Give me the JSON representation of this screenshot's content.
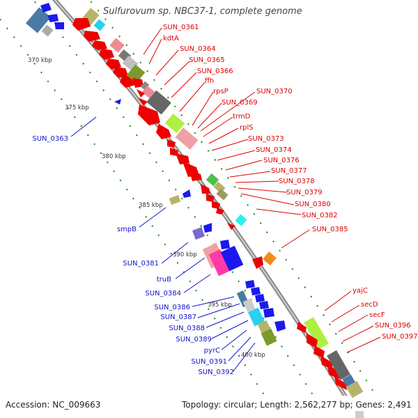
{
  "title": "Sulfurovum sp. NBC37-1, complete genome",
  "footer": {
    "accession": "Accession: NC_009663",
    "summary": "Topology: circular; Length: 2,562,277 bp; Genes: 2,491"
  },
  "colors": {
    "forward_label": "#dd0000",
    "reverse_label": "#1111cc",
    "backbone": "#8a8a8a",
    "tick": "#118811"
  },
  "kbp_ticks": [
    "370 kbp",
    "375 kbp",
    "380 kbp",
    "385 kbp",
    "390 kbp",
    "395 kbp",
    "400 kbp"
  ],
  "forward_labels": [
    "SUN_0361",
    "kdtA",
    "SUN_0364",
    "SUN_0365",
    "SUN_0366",
    "ffh",
    "rpsP",
    "SUN_0370",
    "SUN_0369",
    "trmD",
    "rplS",
    "SUN_0373",
    "SUN_0374",
    "SUN_0376",
    "SUN_0377",
    "SUN_0378",
    "SUN_0379",
    "SUN_0380",
    "SUN_0382",
    "SUN_0385",
    "yajC",
    "secD",
    "secF",
    "SUN_0396",
    "SUN_0397"
  ],
  "reverse_labels": [
    "SUN_0363",
    "smpB",
    "SUN_0381",
    "truB",
    "SUN_0384",
    "SUN_0386",
    "SUN_0387",
    "SUN_0388",
    "SUN_0389",
    "pyrC",
    "SUN_0391",
    "SUN_0392"
  ]
}
